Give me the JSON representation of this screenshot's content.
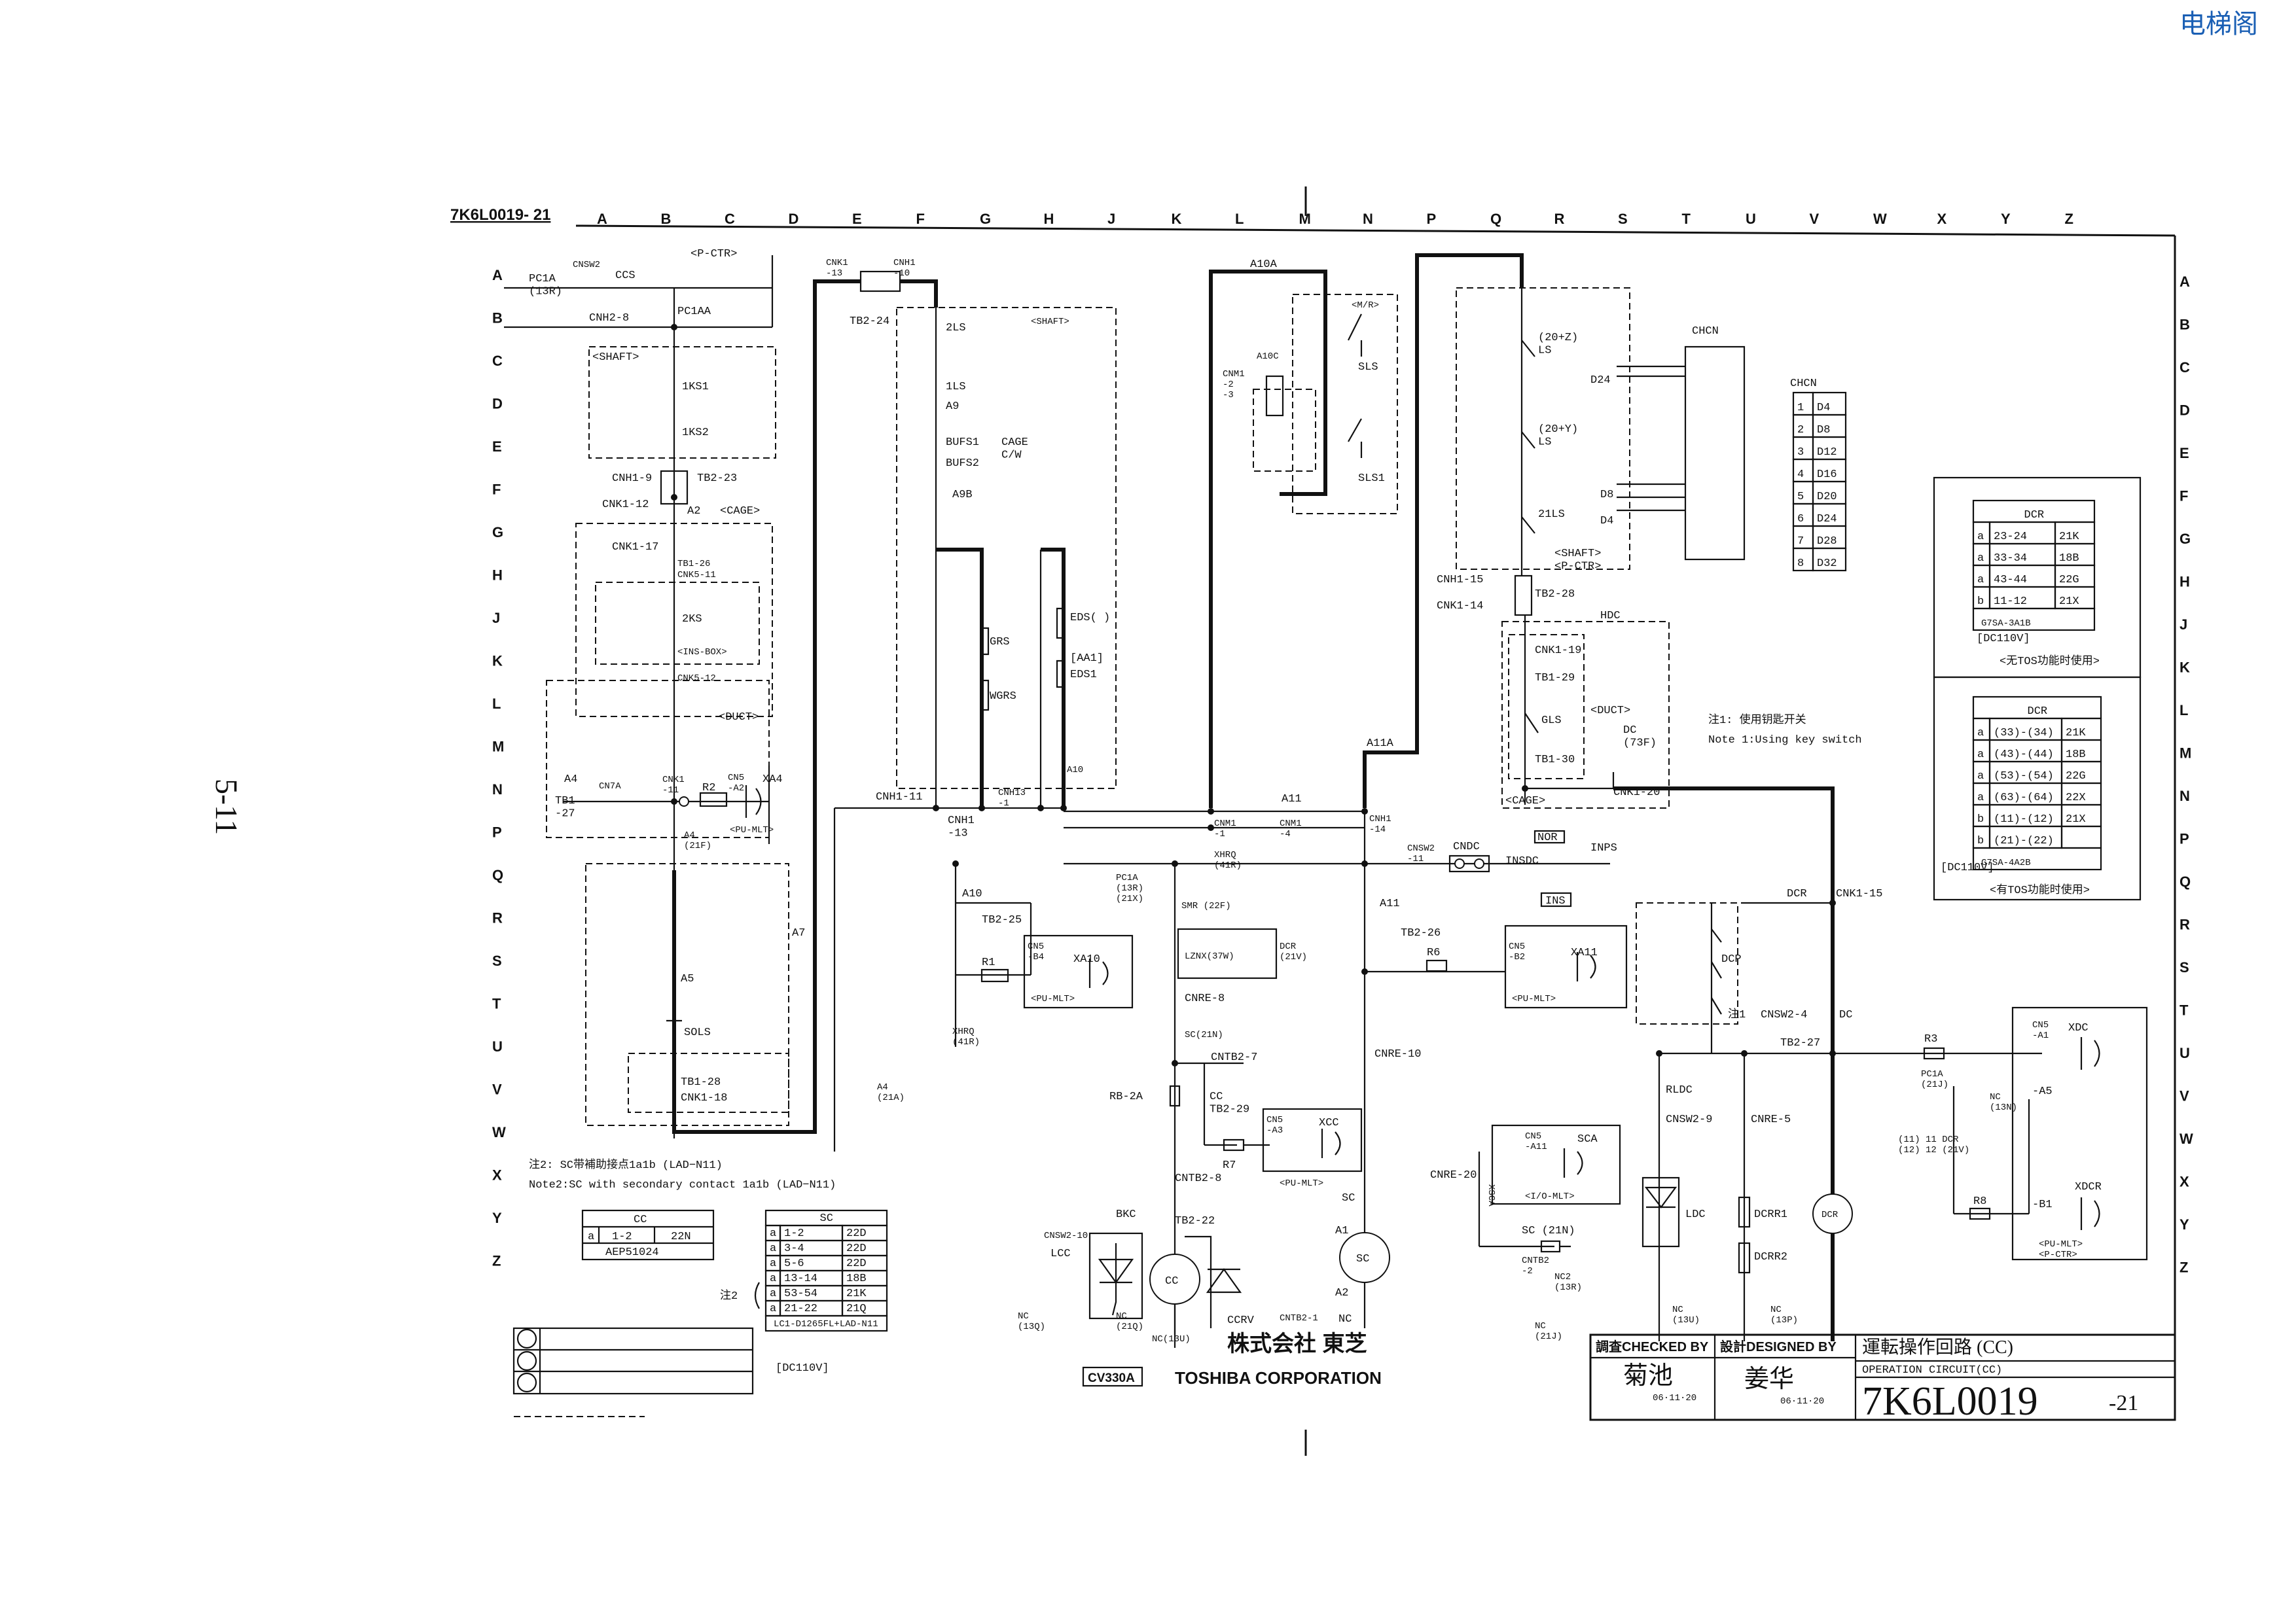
{
  "watermark": "电梯阁",
  "page_number": "5-11",
  "drawing_code": "7K6L0019-21",
  "drawing_code_small": "7K6L0019- 21",
  "columns": [
    "A",
    "B",
    "C",
    "D",
    "E",
    "F",
    "G",
    "H",
    "J",
    "K",
    "L",
    "M",
    "N",
    "P",
    "Q",
    "R",
    "S",
    "T",
    "U",
    "V",
    "W",
    "X",
    "Y",
    "Z"
  ],
  "rows": [
    "A",
    "B",
    "C",
    "D",
    "E",
    "F",
    "G",
    "H",
    "J",
    "K",
    "L",
    "M",
    "N",
    "P",
    "Q",
    "R",
    "S",
    "T",
    "U",
    "V",
    "W",
    "X",
    "Y",
    "Z"
  ],
  "notes": {
    "note1_cn": "注1: 使用钥匙开关",
    "note1_en": "Note 1:Using key switch",
    "note2_cn": "注2: SC带補助接点1a1b (LAD−N11)",
    "note2_en": "Note2:SC with secondary contact 1a1b (LAD−N11)",
    "note2_mark": "注2"
  },
  "tables": {
    "cc": {
      "title": "CC",
      "row": [
        "a",
        "1-2",
        "22N"
      ],
      "part": "AEP51024"
    },
    "sc": {
      "title": "SC",
      "rows": [
        [
          "a",
          "1-2",
          "22D"
        ],
        [
          "a",
          "3-4",
          "22D"
        ],
        [
          "a",
          "5-6",
          "22D"
        ],
        [
          "a",
          "13-14",
          "18B"
        ],
        [
          "a",
          "53-54",
          "21K"
        ],
        [
          "a",
          "21-22",
          "21Q"
        ]
      ],
      "part": "LC1-D1265FL+LAD-N11",
      "voltage": "[DC110V]"
    },
    "chcn": {
      "title": "CHCN",
      "rows": [
        [
          "1",
          "D4"
        ],
        [
          "2",
          "D8"
        ],
        [
          "3",
          "D12"
        ],
        [
          "4",
          "D16"
        ],
        [
          "5",
          "D20"
        ],
        [
          "6",
          "D24"
        ],
        [
          "7",
          "D28"
        ],
        [
          "8",
          "D32"
        ]
      ]
    },
    "dcr_no_tos": {
      "title": "DCR",
      "rows": [
        [
          "a",
          "23-24",
          "21K"
        ],
        [
          "a",
          "33-34",
          "18B"
        ],
        [
          "a",
          "43-44",
          "22G"
        ],
        [
          "b",
          "11-12",
          "21X"
        ]
      ],
      "part": "G7SA-3A1B",
      "voltage": "[DC110V]",
      "caption": "<无TOS功能时使用>"
    },
    "dcr_tos": {
      "title": "DCR",
      "rows": [
        [
          "a",
          "(33)-(34)",
          "21K"
        ],
        [
          "a",
          "(43)-(44)",
          "18B"
        ],
        [
          "a",
          "(53)-(54)",
          "22G"
        ],
        [
          "a",
          "(63)-(64)",
          "22X"
        ],
        [
          "b",
          "(11)-(12)",
          "21X"
        ],
        [
          "b",
          "(21)-(22)",
          ""
        ]
      ],
      "part": "G7SA-4A2B",
      "voltage": "[DC110V]",
      "caption": "<有TOS功能时使用>"
    }
  },
  "title_block": {
    "checked_label": "調査CHECKED BY",
    "designed_label": "設計DESIGNED BY",
    "checked_name": "菊池",
    "designed_name": "姜华",
    "checked_date": "06·11·20",
    "designed_date": "06·11·20",
    "title_jp": "運転操作回路 (CC)",
    "title_en": "OPERATION CIRCUIT(CC)",
    "number_main": "7K6L0019",
    "number_suffix": "-21",
    "company_jp": "株式会社 東芝",
    "company_en": "TOSHIBA CORPORATION",
    "model": "CV330A"
  },
  "labels": {
    "pc1a_13r": "PC1A\n(13R)",
    "cnsw2": "CNSW2",
    "ccs": "CCS",
    "p_ctr": "<P-CTR>",
    "cnh2_8": "CNH2-8",
    "pc1aa": "PC1AA",
    "shaft": "<SHAFT>",
    "1ks1": "1KS1",
    "1ks2": "1KS2",
    "cnh1_9": "CNH1-9",
    "tb2_23": "TB2-23",
    "cnk1_12": "CNK1-12",
    "a2": "A2",
    "cage": "<CAGE>",
    "cnk1_17": "CNK1-17",
    "tb1_26": "TB1-26",
    "cnk5_11": "CNK5-11",
    "2ks": "2KS",
    "ins_box": "<INS-BOX>",
    "cnk5_12": "CNK5-12",
    "duct": "<DUCT>",
    "a4": "A4",
    "tb1_27": "TB1\n-27",
    "cn7a": "CN7A",
    "cnk1_11": "CNK1\n-11",
    "r2": "R2",
    "cn5_a2": "CN5\n-A2",
    "xa4": "XA4",
    "pu_mlt": "<PU-MLT>",
    "a4_21f": "A4\n(21F)",
    "a7": "A7",
    "a5": "A5",
    "sols": "SOLS",
    "tb1_28": "TB1-28",
    "cnk1_18": "CNK1-18",
    "cnk1_13": "CNK1\n-13",
    "cnh1_10": "CNH1\n-10",
    "tb2_24": "TB2-24",
    "2ls": "2LS",
    "1ls": "1LS",
    "a9": "A9",
    "bufs1": "BUFS1",
    "bufs2": "BUFS2",
    "cage_cw": "CAGE\nC/W",
    "a9b": "A9B",
    "grs": "GRS",
    "wgrs": "WGRS",
    "eds": "EDS( )",
    "aa1": "[AA1]",
    "eds1": "EDS1",
    "a10": "A10",
    "cnh1_11": "CNH1-11",
    "cnh1_13": "CNH1\n-13",
    "cnh13_1": "CNH13\n-1",
    "a10_top": "A10A",
    "mr": "<M/R>",
    "sls": "SLS",
    "sls1": "SLS1",
    "a10c": "A10C",
    "cnm1": "CNM1\n-2\n-3",
    "cnm1_1": "CNM1\n-1",
    "cnm1_4": "CNM1\n-4",
    "a11": "A11",
    "a11a": "A11A",
    "xhrq_41r": "XHRQ\n(41R)",
    "pc1a_13r_21x": "PC1A\n(13R)\n(21X)",
    "smr": "SMR (22F)",
    "lznx": "LZNX(37W)",
    "dcr_21v": "DCR\n(21V)",
    "cnre_8": "CNRE-8",
    "sc_21n": "SC(21N)",
    "cntb2_7": "CNTB2-7",
    "rb_2a": "RB-2A",
    "cc_tb2_29": "CC\nTB2-29",
    "cn5_a3": "CN5\n-A3",
    "xcc": "XCC",
    "r7": "R7",
    "cntb2_8": "CNTB2-8",
    "sc": "SC",
    "bkc": "BKC",
    "tb2_22": "TB2-22",
    "cnsw2_10": "CNSW2-10",
    "lcc": "LCC",
    "nc_13q": "NC\n(13Q)",
    "nc_21q": "NC\n(21Q)",
    "nc_13u": "NC(13U)",
    "ccrv": "CCRV",
    "cntb2_1": "CNTB2-1",
    "a1": "A1",
    "a2b": "A2",
    "nc": "NC",
    "tb2_25": "TB2-25",
    "r1": "R1",
    "cn5_b4": "CN5\n-B4",
    "xa10": "XA10",
    "xhrq_41r_2": "XHRQ\n(41R)",
    "a4_21a": "A4\n(21A)",
    "cnh1_14": "CNH1\n-14",
    "cnsw2_11": "CNSW2\n-11",
    "cndc": "CNDC",
    "insdc": "INSDC",
    "nor": "NOR",
    "inps": "INPS",
    "ins": "INS",
    "tb2_26": "TB2-26",
    "r6": "R6",
    "cn5_b2": "CN5\n-B2",
    "xa11": "XA11",
    "cnre_10": "CNRE-10",
    "cn5_a11": "CN5\n-A11",
    "sca": "SCA",
    "io_mlt": "<I/O-MLT>",
    "cnre_20": "CNRE-20",
    "xsca": "XSCA",
    "sc_21n_2": "SC (21N)",
    "cntb2_2": "CNTB2\n-2",
    "nc2_13r": "NC2\n(13R)",
    "nc_21j": "NC\n(21J)",
    "20z_ls": "(20+Z)\nLS",
    "20y_ls": "(20+Y)\nLS",
    "21ls": "21LS",
    "d24": "D24",
    "d8": "D8",
    "d4": "D4",
    "chcn": "CHCN",
    "shaft_pctr": "<SHAFT>\n<P-CTR>",
    "cnh1_15": "CNH1-15",
    "tb2_28": "TB2-28",
    "cnk1_14": "CNK1-14",
    "hdc": "HDC",
    "cnk1_19": "CNK1-19",
    "tb1_29": "TB1-29",
    "gls": "GLS",
    "duct2": "<DUCT>",
    "dc_73f": "DC\n(73F)",
    "tb1_30": "TB1-30",
    "cage2": "<CAGE>",
    "cnk1_20": "CNK1-20",
    "dcr": "DCR",
    "cnk1_15": "CNK1-15",
    "dcp": "DCP",
    "cnsw2_4": "CNSW2-4",
    "dc": "DC",
    "tb2_27": "TB2-27",
    "note1_mark": "注1",
    "rldc": "RLDC",
    "cnsw2_9": "CNSW2-9",
    "cnre_5": "CNRE-5",
    "ldc": "LDC",
    "dcrr1": "DCRR1",
    "dcrr2": "DCRR2",
    "nc_13u_2": "NC\n(13U)",
    "nc_13p": "NC\n(13P)",
    "dcr_coil": "DCR",
    "r3": "R3",
    "cn5_a1": "CN5\n-A1",
    "xdc": "XDC",
    "pc1a_21j": "PC1A\n(21J)",
    "nc_13n": "NC\n(13N)",
    "a5b": "-A5",
    "dcr_21v_2": "(11) 11 DCR\n(12) 12 (21V)",
    "r8": "R8",
    "b1": "-B1",
    "xdcr": "XDCR",
    "pu_mlt_pctr": "<PU-MLT>\n<P-CTR>"
  }
}
